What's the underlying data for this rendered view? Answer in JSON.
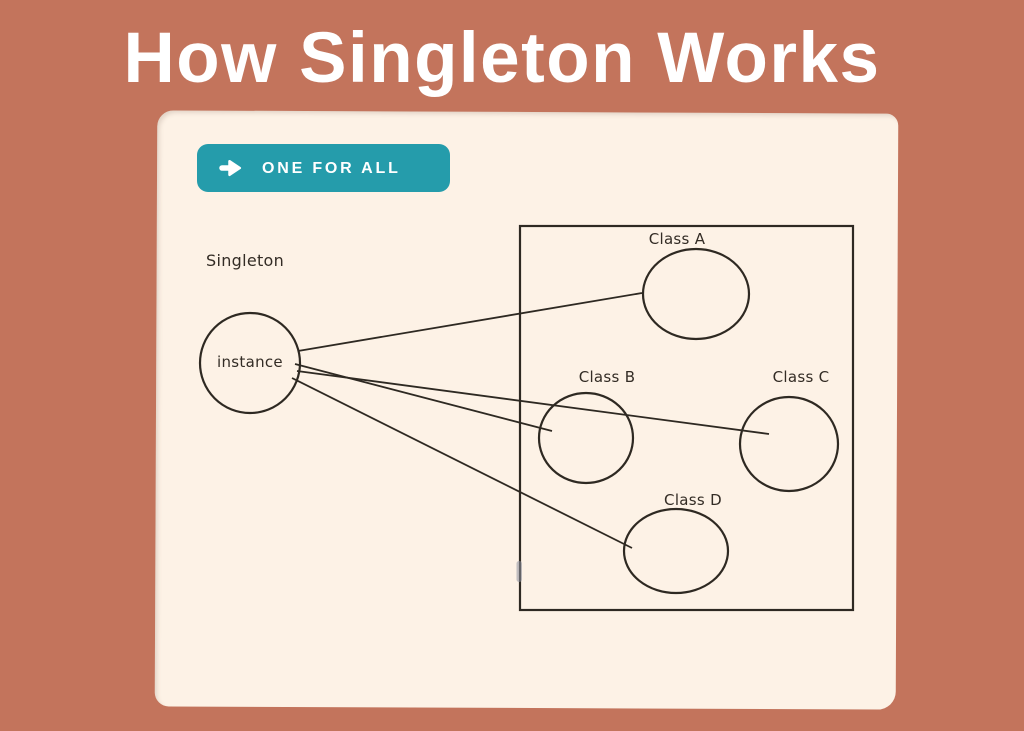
{
  "title": "How Singleton Works",
  "badge": {
    "label": "ONE FOR ALL",
    "icon": "arrow-right-icon",
    "background": "#259CAB"
  },
  "diagram": {
    "singleton_label": "Singleton",
    "instance_label": "instance",
    "classes": [
      {
        "label": "Class A"
      },
      {
        "label": "Class B"
      },
      {
        "label": "Class C"
      },
      {
        "label": "Class D"
      }
    ],
    "edges": [
      {
        "from": "instance",
        "to": "Class A"
      },
      {
        "from": "instance",
        "to": "Class B"
      },
      {
        "from": "instance",
        "to": "Class C"
      },
      {
        "from": "instance",
        "to": "Class D"
      }
    ]
  },
  "colors": {
    "background": "#C3745C",
    "card": "#FDF2E6",
    "badge": "#259CAB",
    "ink": "#2E2922",
    "title_text": "#FFFFFF"
  }
}
